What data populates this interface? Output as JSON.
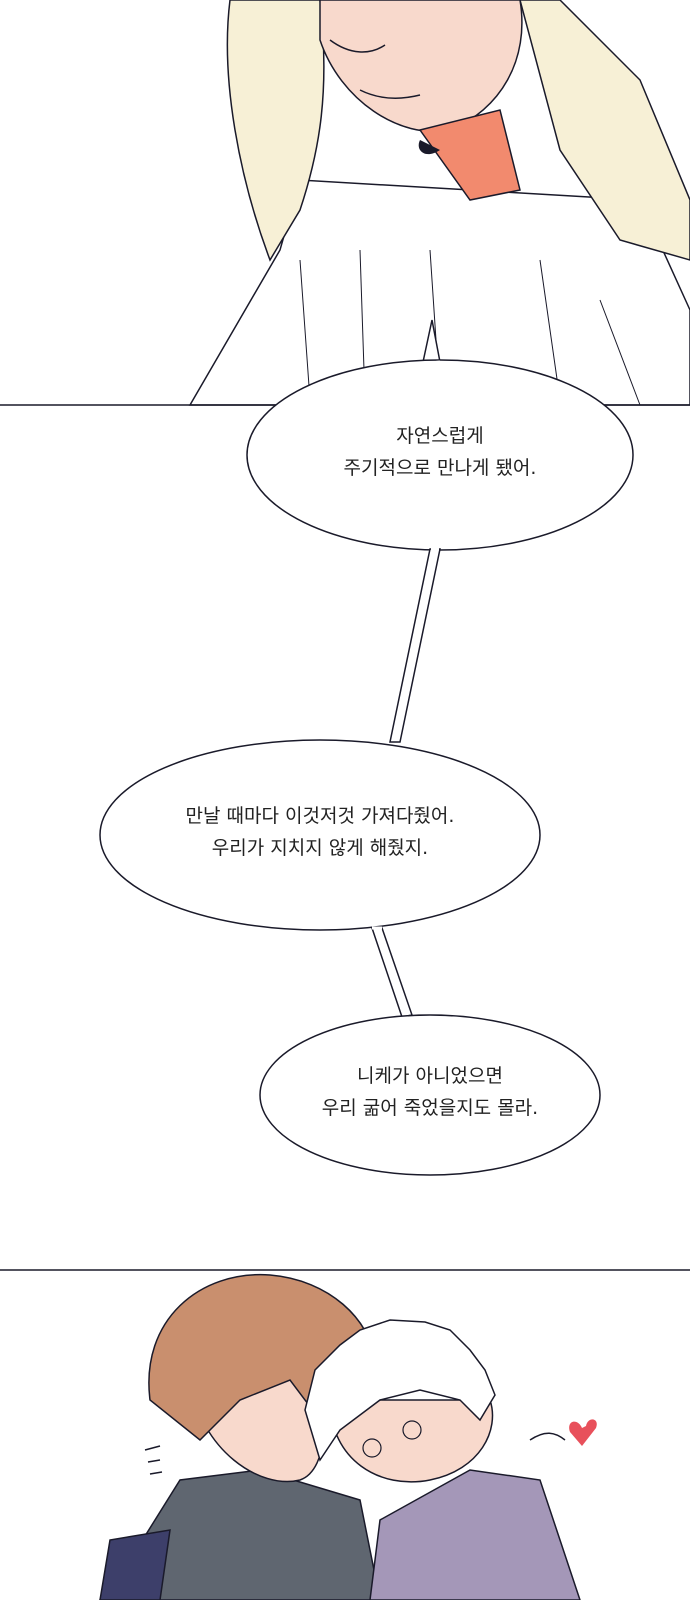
{
  "colors": {
    "hair_blonde": "#f7f0d6",
    "skin": "#f8d9cc",
    "neck_shadow": "#f28a6e",
    "hair_brown": "#c98f6e",
    "hoodie": "#5f6670",
    "shirt_purple": "#a497b8",
    "heart": "#e8505b",
    "line": "#1a1a2a"
  },
  "bubbles": [
    {
      "lines": [
        "자연스럽게",
        "주기적으로 만나게 됐어."
      ]
    },
    {
      "lines": [
        "만날 때마다 이것저것 가져다줬어.",
        "우리가 지치지 않게 해줬지."
      ]
    },
    {
      "lines": [
        "니케가 아니었으면",
        "우리 굶어 죽었을지도 몰라."
      ]
    }
  ]
}
